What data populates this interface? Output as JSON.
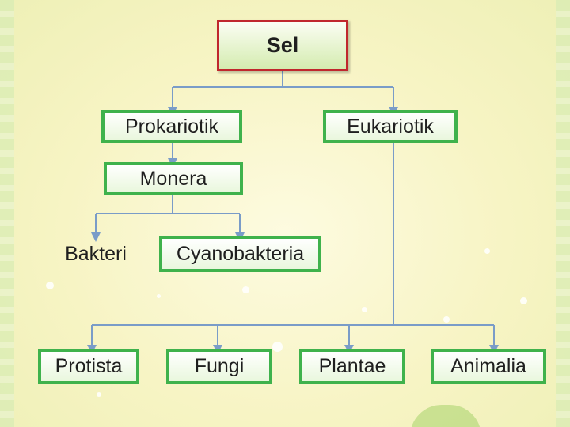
{
  "diagram": {
    "root": {
      "label": "Sel"
    },
    "level1": {
      "prokariotik": {
        "label": "Prokariotik"
      },
      "eukariotik": {
        "label": "Eukariotik"
      }
    },
    "monera": {
      "label": "Monera"
    },
    "monera_children": {
      "bakteri": {
        "label": "Bakteri"
      },
      "cyanobakteria": {
        "label": "Cyanobakteria"
      }
    },
    "eukariotik_children": {
      "protista": {
        "label": "Protista"
      },
      "fungi": {
        "label": "Fungi"
      },
      "plantae": {
        "label": "Plantae"
      },
      "animalia": {
        "label": "Animalia"
      }
    }
  },
  "colors": {
    "root_border": "#c0272d",
    "node_border": "#3fb24c",
    "connector": "#7a9cc8"
  }
}
